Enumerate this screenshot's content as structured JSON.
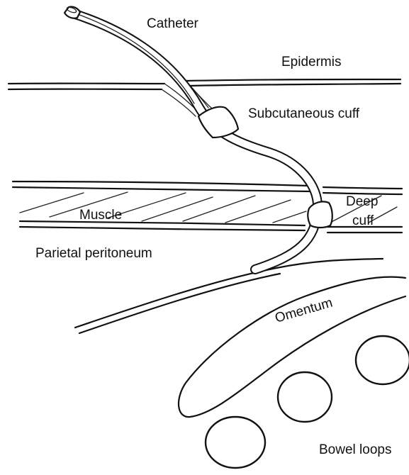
{
  "labels": {
    "catheter": "Catheter",
    "epidermis": "Epidermis",
    "subcutaneous_cuff": "Subcutaneous cuff",
    "deep_line1": "Deep",
    "deep_line2": "cuff",
    "muscle": "Muscle",
    "parietal_peritoneum": "Parietal peritoneum",
    "omentum": "Omentum",
    "bowel_loops": "Bowel loops"
  },
  "colors": {
    "ink": "#111111",
    "background": "#ffffff"
  }
}
